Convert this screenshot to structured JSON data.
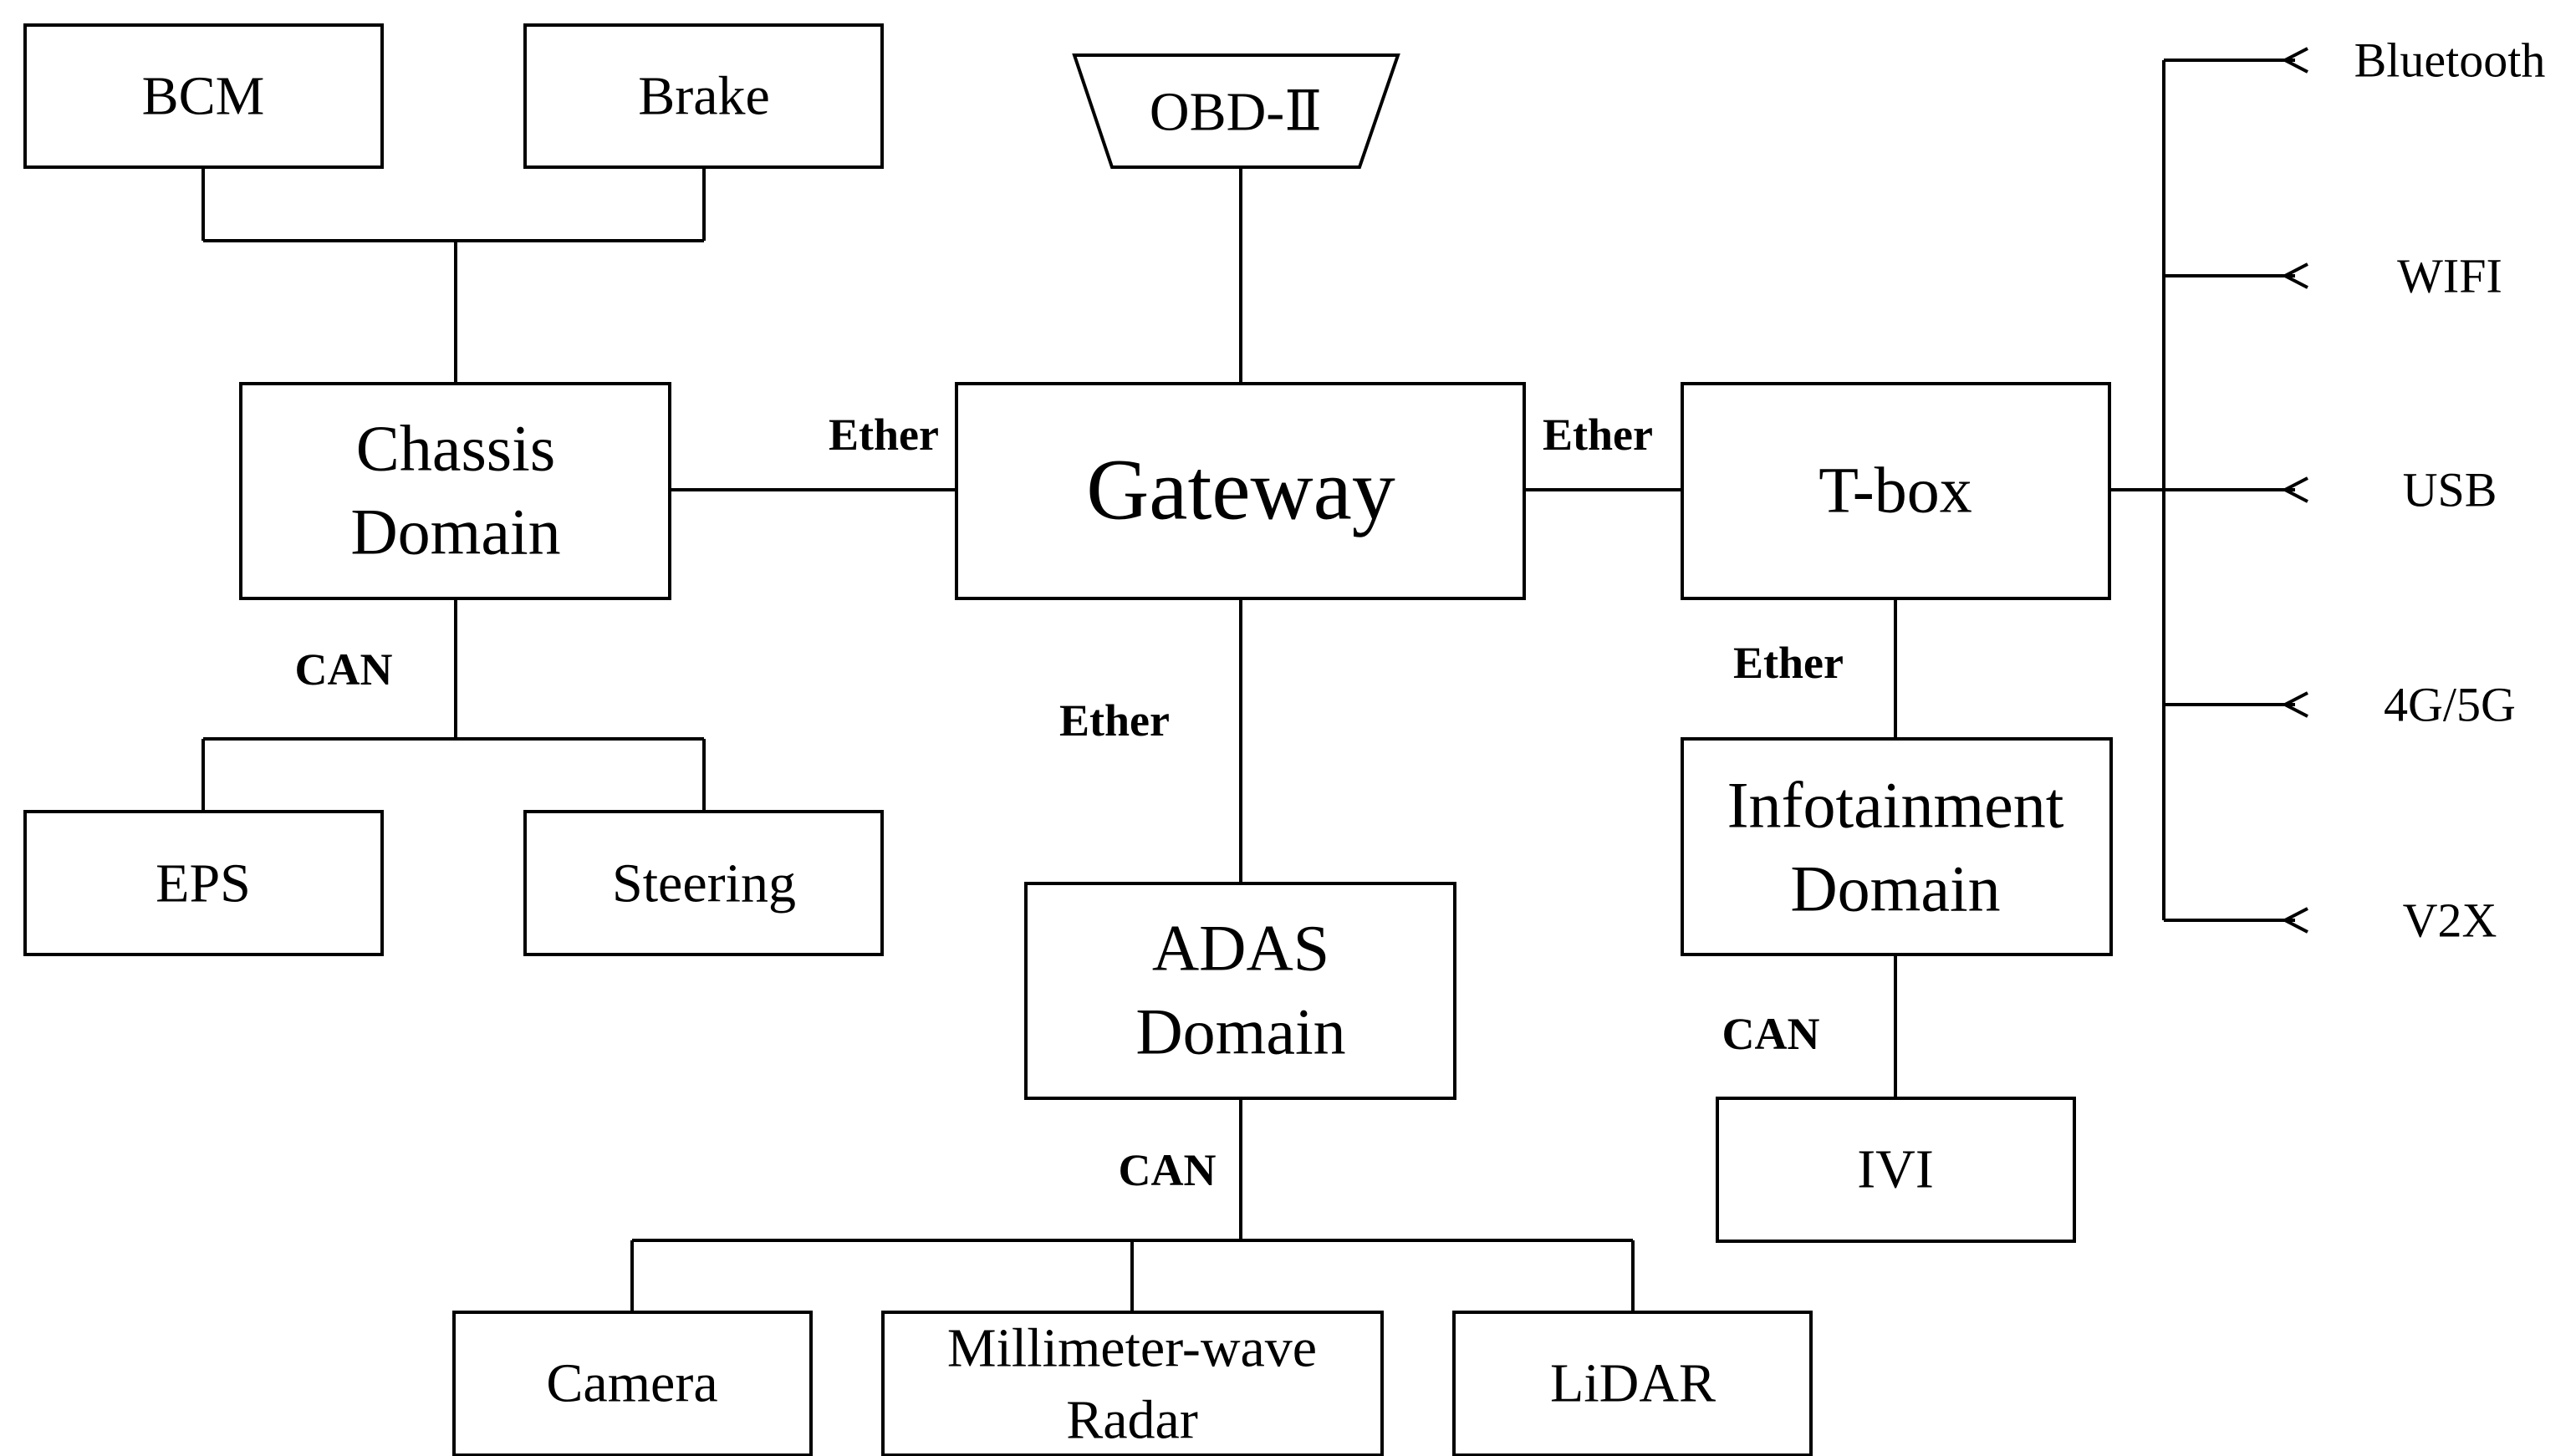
{
  "nodes": {
    "bcm": "BCM",
    "brake": "Brake",
    "obd": "OBD-Ⅱ",
    "chassis_line1": "Chassis",
    "chassis_line2": "Domain",
    "gateway": "Gateway",
    "tbox": "T-box",
    "eps": "EPS",
    "steering": "Steering",
    "adas_line1": "ADAS",
    "adas_line2": "Domain",
    "infotainment_line1": "Infotainment",
    "infotainment_line2": "Domain",
    "ivi": "IVI",
    "camera": "Camera",
    "radar_line1": "Millimeter-wave",
    "radar_line2": "Radar",
    "lidar": "LiDAR"
  },
  "links": {
    "chassis_gateway": "Ether",
    "gateway_tbox": "Ether",
    "gateway_adas": "Ether",
    "tbox_infotainment": "Ether",
    "chassis_bus": "CAN",
    "adas_bus": "CAN",
    "infotainment_ivi": "CAN"
  },
  "ports": [
    "Bluetooth",
    "WIFI",
    "USB",
    "4G/5G",
    "V2X"
  ]
}
